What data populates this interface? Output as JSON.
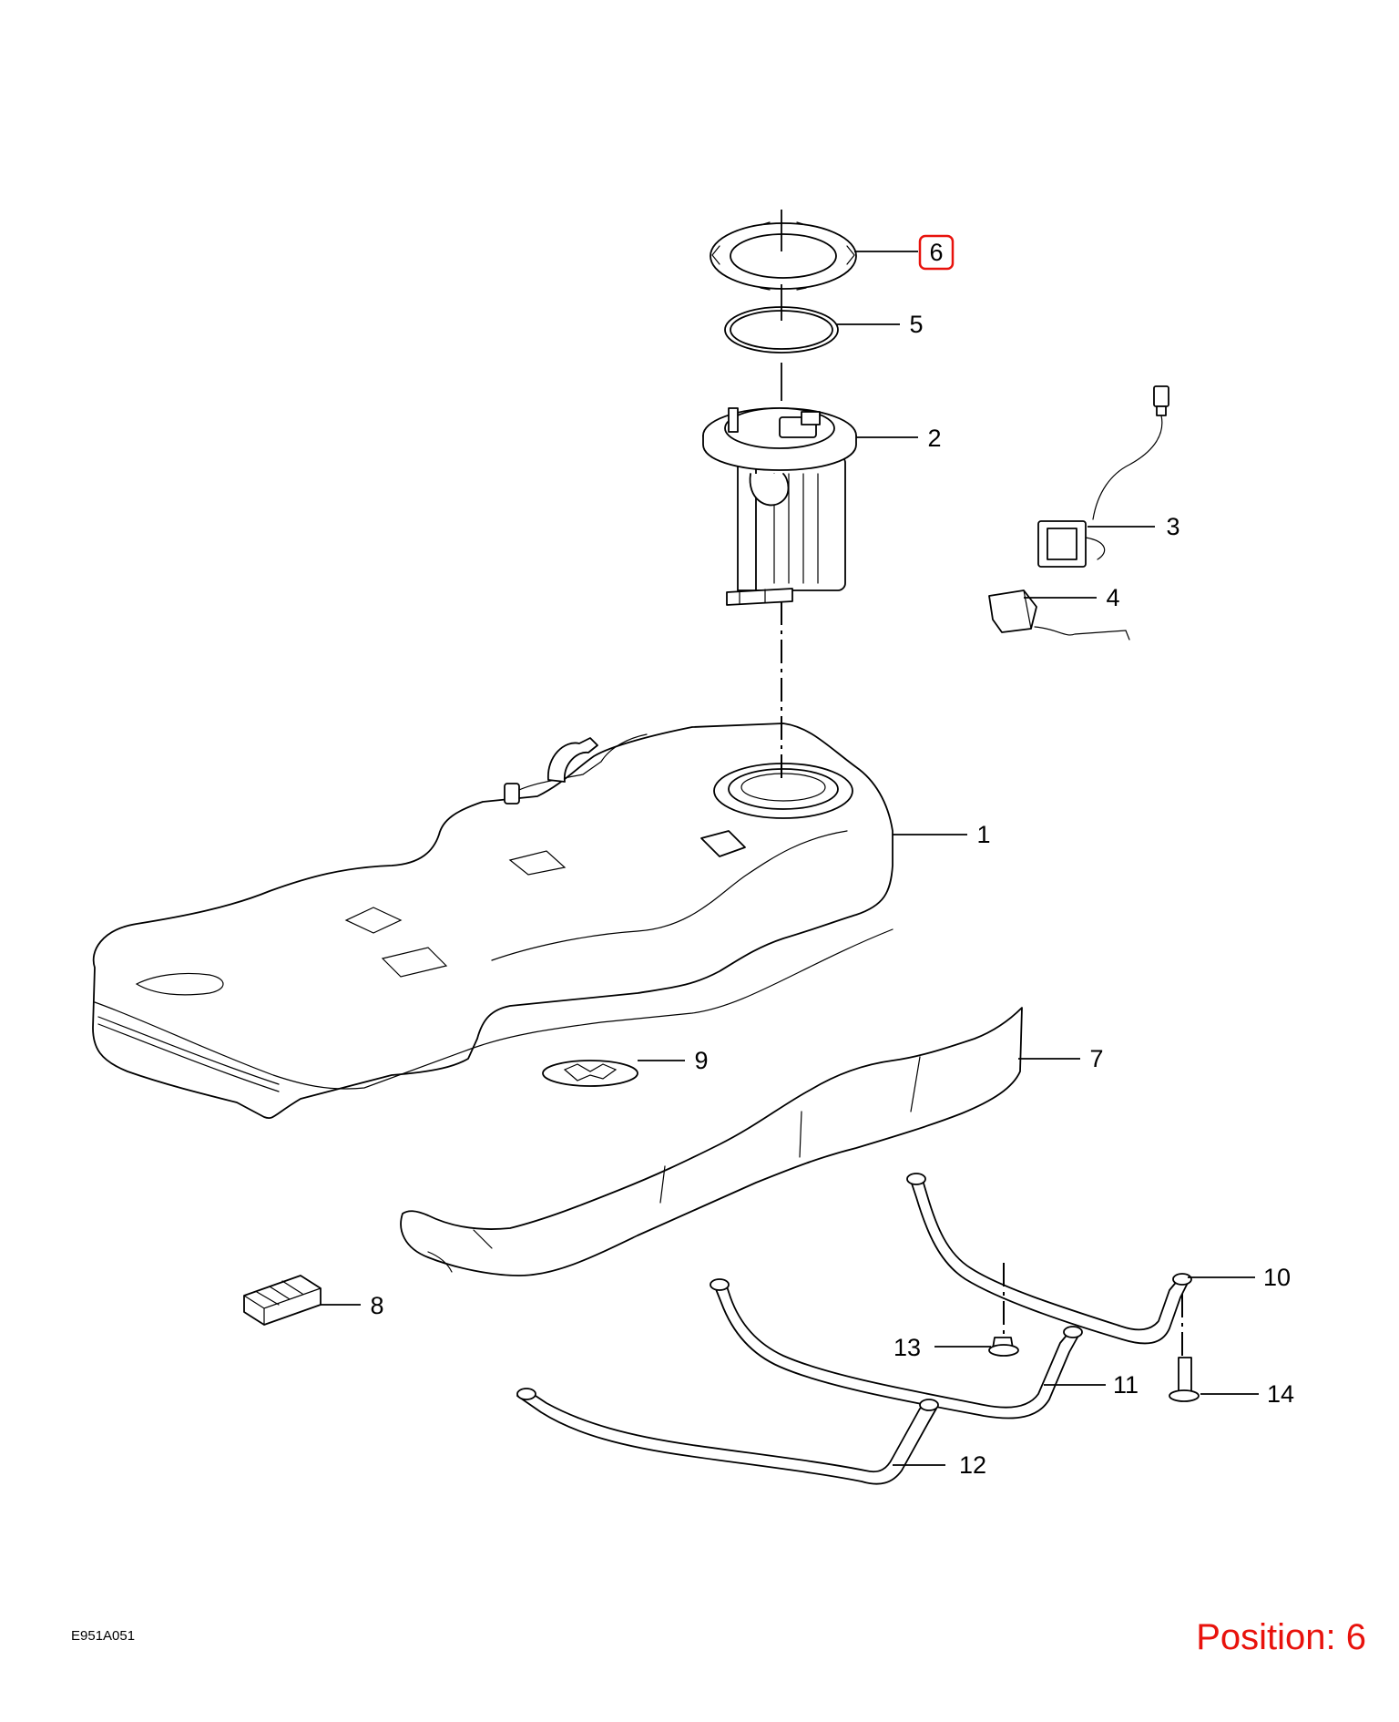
{
  "callouts": [
    {
      "label": "6",
      "highlighted": true
    },
    {
      "label": "5"
    },
    {
      "label": "2"
    },
    {
      "label": "3"
    },
    {
      "label": "4"
    },
    {
      "label": "1"
    },
    {
      "label": "9"
    },
    {
      "label": "7"
    },
    {
      "label": "8"
    },
    {
      "label": "10"
    },
    {
      "label": "13"
    },
    {
      "label": "11"
    },
    {
      "label": "14"
    },
    {
      "label": "12"
    }
  ],
  "drawing_id": "E951A051",
  "position_label": "Position: 6",
  "colors": {
    "highlight": "#e8120c",
    "line": "#000000",
    "background": "#ffffff"
  }
}
